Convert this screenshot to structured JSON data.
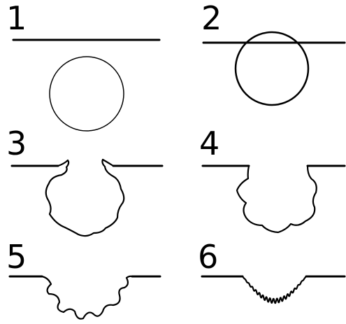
{
  "panels": [
    {
      "number": "1",
      "stage": "circle-below-line"
    },
    {
      "number": "2",
      "stage": "circle-touching-line"
    },
    {
      "number": "3",
      "stage": "wavy-bulb-pinching-through-opening"
    },
    {
      "number": "4",
      "stage": "wavy-pocket-open-to-line"
    },
    {
      "number": "5",
      "stage": "shallow-zigzag-depression"
    },
    {
      "number": "6",
      "stage": "fine-wavy-arc"
    }
  ],
  "colors": {
    "stroke": "#000000",
    "background": "#ffffff"
  }
}
